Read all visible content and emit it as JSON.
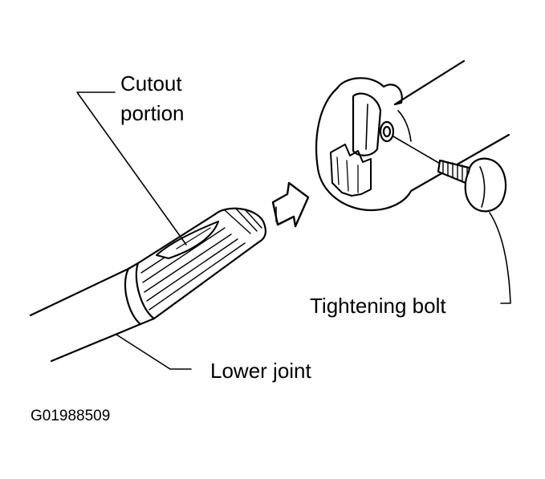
{
  "labels": {
    "cutout": "Cutout\nportion",
    "tightening_bolt": "Tightening bolt",
    "lower_joint": "Lower joint",
    "figure_code": "G01988509"
  },
  "colors": {
    "ink": "#000000",
    "paper": "#ffffff"
  }
}
